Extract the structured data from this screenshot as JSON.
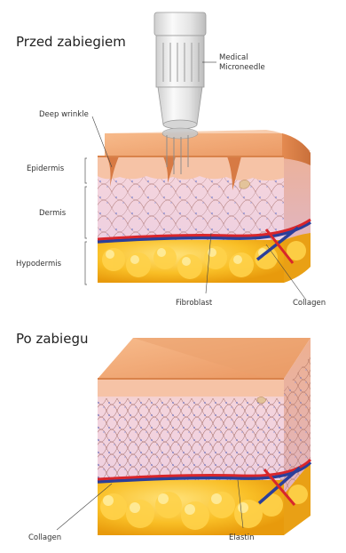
{
  "before": {
    "heading": "Przed zabiegiem",
    "device_label_line1": "Medical",
    "device_label_line2": "Microneedle",
    "label_deep_wrinkle": "Deep wrinkle",
    "label_epidermis": "Epidermis",
    "label_dermis": "Dermis",
    "label_hypodermis": "Hypodermis",
    "label_fibroblast": "Fibroblast",
    "label_collagen": "Collagen"
  },
  "after": {
    "heading": "Po zabiegu",
    "label_collagen": "Collagen",
    "label_elastin": "Elastin"
  },
  "colors": {
    "skin_top": "#f2a877",
    "skin_side": "#e58a52",
    "epidermis": "#f6c3a6",
    "dermis": "#f3d0dc",
    "fat": "#f7b21c",
    "fat_light": "#ffd75a",
    "artery": "#d8262b",
    "vein": "#2b3f9a",
    "fiber": "#8a4a3c",
    "device_body": "#e9e9e9"
  }
}
